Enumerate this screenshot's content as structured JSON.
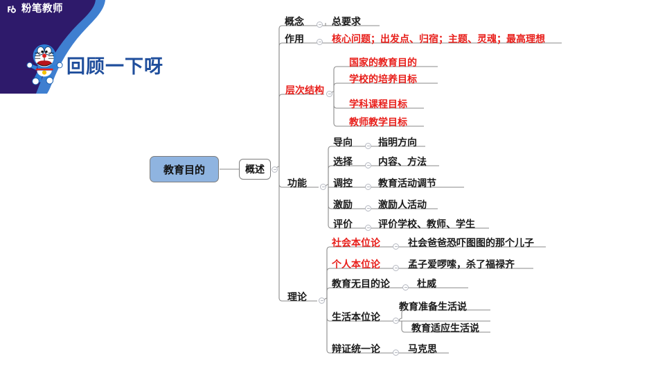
{
  "brand": {
    "logo_icon": "fb-logo-icon",
    "name": "粉笔教师"
  },
  "mascot": {
    "icon": "doraemon-icon",
    "title": "回顾一下呀"
  },
  "colors": {
    "banner_dark": "#2e1a6b",
    "banner_light": "#3f7fd0",
    "title_blue": "#1f4e9c",
    "root_fill": "#8fb4e0",
    "highlight_red": "#e8201c",
    "text_black": "#1a1a1a",
    "line_gray": "#8a8a8a"
  },
  "mindmap": {
    "root": "教育目的",
    "branch": "概述",
    "toggle_icon": "collapse-minus-icon",
    "rows": [
      {
        "label": "概念",
        "label_red": false,
        "value": "总要求",
        "value_red": false,
        "has_toggle": true
      },
      {
        "label": "作用",
        "label_red": false,
        "value": "核心问题；出发点、归宿；主题、灵魂；最高理想",
        "value_red": true,
        "has_toggle": true
      },
      {
        "label": "层次结构",
        "label_red": true,
        "value": "",
        "value_red": false,
        "has_toggle": true
      },
      {
        "label": "",
        "label_red": false,
        "value": "国家的教育目的",
        "value_red": true,
        "has_toggle": false
      },
      {
        "label": "",
        "label_red": false,
        "value": "学校的培养目标",
        "value_red": true,
        "has_toggle": false
      },
      {
        "label": "",
        "label_red": false,
        "value": "学科课程目标",
        "value_red": true,
        "has_toggle": false
      },
      {
        "label": "",
        "label_red": false,
        "value": "教师教学目标",
        "value_red": true,
        "has_toggle": false
      },
      {
        "label": "功能",
        "label_red": false,
        "value": "",
        "value_red": false,
        "has_toggle": true
      },
      {
        "label": "导向",
        "label_red": false,
        "value": "指明方向",
        "value_red": false,
        "has_toggle": true
      },
      {
        "label": "选择",
        "label_red": false,
        "value": "内容、方法",
        "value_red": false,
        "has_toggle": true
      },
      {
        "label": "调控",
        "label_red": false,
        "value": "教育活动调节",
        "value_red": false,
        "has_toggle": true
      },
      {
        "label": "激励",
        "label_red": false,
        "value": "激励人活动",
        "value_red": false,
        "has_toggle": true
      },
      {
        "label": "评价",
        "label_red": false,
        "value": "评价学校、教师、学生",
        "value_red": false,
        "has_toggle": true
      },
      {
        "label": "理论",
        "label_red": false,
        "value": "",
        "value_red": false,
        "has_toggle": true
      },
      {
        "label": "社会本位论",
        "label_red": true,
        "value": "社会爸爸恐吓图图的那个儿子",
        "value_red": false,
        "has_toggle": true
      },
      {
        "label": "个人本位论",
        "label_red": true,
        "value": "孟子爱啰嗦，杀了福禄齐",
        "value_red": false,
        "has_toggle": true
      },
      {
        "label": "教育无目的论",
        "label_red": false,
        "value": "杜威",
        "value_red": false,
        "has_toggle": true
      },
      {
        "label": "生活本位论",
        "label_red": false,
        "value": "",
        "value_red": false,
        "has_toggle": true
      },
      {
        "label": "",
        "label_red": false,
        "value": "教育准备生活说",
        "value_red": false,
        "has_toggle": false
      },
      {
        "label": "",
        "label_red": false,
        "value": "教育适应生活说",
        "value_red": false,
        "has_toggle": false
      },
      {
        "label": "辩证统一论",
        "label_red": false,
        "value": "马克思",
        "value_red": false,
        "has_toggle": true
      }
    ]
  },
  "labels": {
    "l_gainian": "概念",
    "v_gainian": "总要求",
    "l_zuoyong": "作用",
    "v_zuoyong": "核心问题；出发点、归宿；主题、灵魂；最高理想",
    "l_cengci": "层次结构",
    "v_guojia": "国家的教育目的",
    "v_xuexiao": "学校的培养目标",
    "v_xueke": "学科课程目标",
    "v_jiaoshi": "教师教学目标",
    "l_gongneng": "功能",
    "l_daoxiang": "导向",
    "v_daoxiang": "指明方向",
    "l_xuanze": "选择",
    "v_xuanze": "内容、方法",
    "l_tiaokong": "调控",
    "v_tiaokong": "教育活动调节",
    "l_jili": "激励",
    "v_jili": "激励人活动",
    "l_pingjia": "评价",
    "v_pingjia": "评价学校、教师、学生",
    "l_lilun": "理论",
    "l_shehui": "社会本位论",
    "v_shehui": "社会爸爸恐吓图图的那个儿子",
    "l_geren": "个人本位论",
    "v_geren": "孟子爱啰嗦，杀了福禄齐",
    "l_wumudi": "教育无目的论",
    "v_wumudi": "杜威",
    "l_shenghuo": "生活本位论",
    "v_zhunbei": "教育准备生活说",
    "v_shiying": "教育适应生活说",
    "l_bianzheng": "辩证统一论",
    "v_bianzheng": "马克思"
  }
}
